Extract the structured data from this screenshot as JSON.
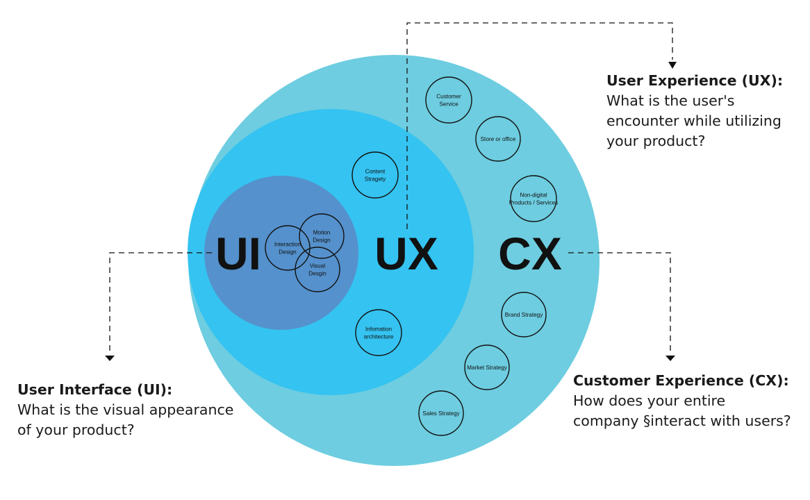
{
  "diagram": {
    "colors": {
      "cx_circle": "#6ecde0",
      "ux_circle": "#35c3f1",
      "ui_circle": "#5591cc",
      "outline": "#111111",
      "text": "#111111"
    },
    "big_labels": {
      "ui": "UI",
      "ux": "UX",
      "cx": "CX"
    },
    "ui_bubbles": [
      {
        "lines": [
          "Interaction",
          "Design"
        ]
      },
      {
        "lines": [
          "Motion",
          "Design"
        ]
      },
      {
        "lines": [
          "Visual",
          "Desgin"
        ]
      }
    ],
    "ux_bubbles": [
      {
        "lines": [
          "Content",
          "Stragety"
        ]
      },
      {
        "lines": [
          "Infomation",
          "architecture"
        ]
      }
    ],
    "cx_bubbles": [
      {
        "lines": [
          "Customer",
          "Service"
        ]
      },
      {
        "lines": [
          "Store or office"
        ]
      },
      {
        "lines": [
          "Non-digital",
          "Products / Services"
        ]
      },
      {
        "lines": [
          "Brand Strategy"
        ]
      },
      {
        "lines": [
          "Market Strategy"
        ]
      },
      {
        "lines": [
          "Sales Strategy"
        ]
      }
    ]
  },
  "captions": {
    "ui": {
      "title": "User Interface (UI):",
      "body": "What is the visual appearance\nof your product?"
    },
    "ux": {
      "title": "User Experience (UX):",
      "body": "What is the user's\nencounter while utilizing\nyour product?"
    },
    "cx": {
      "title": "Customer Experience (CX):",
      "body": "How does your entire\ncompany §interact with users?"
    }
  }
}
